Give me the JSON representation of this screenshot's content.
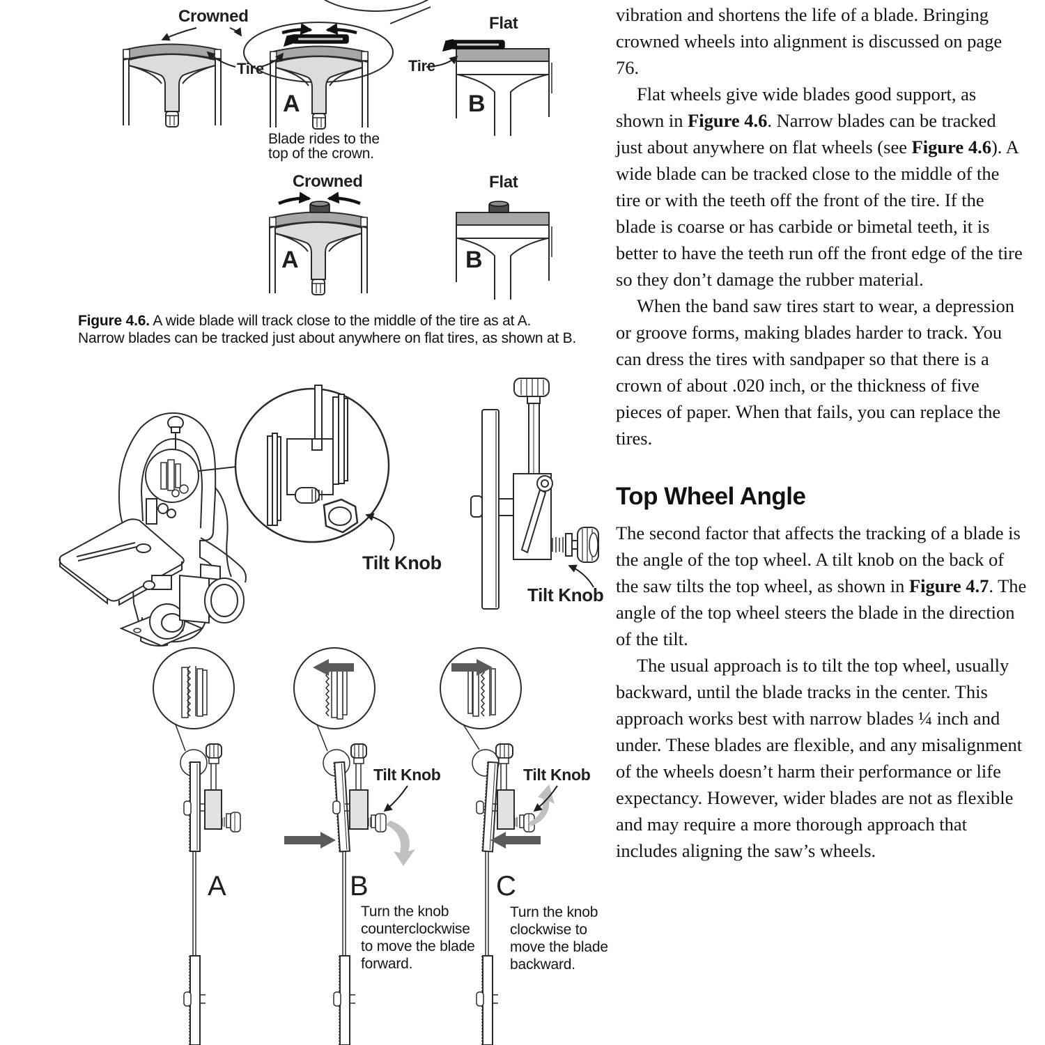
{
  "figure_top": {
    "crowned_label_1": "Crowned",
    "tire_label_left": "Tire",
    "flat_label_1": "Flat",
    "tire_label_right": "Tire",
    "letter_a_row1": "A",
    "letter_b_row1": "B",
    "blade_rides_line1": "Blade rides to the",
    "blade_rides_line2": "top of the crown.",
    "crowned_label_2": "Crowned",
    "flat_label_2": "Flat",
    "letter_a_row2": "A",
    "letter_b_row2": "B"
  },
  "figure_caption": {
    "lead": "Figure 4.6.",
    "text": " A wide blade will track close to the middle of the tire as at A. Narrow blades can be tracked just about anywhere on flat tires, as shown at B."
  },
  "figure_mid": {
    "tilt_knob_zoom": "Tilt Knob",
    "tilt_knob_side": "Tilt Knob"
  },
  "figure_bottom": {
    "letter_a": "A",
    "letter_b": "B",
    "letter_c": "C",
    "tilt_knob_b": "Tilt Knob",
    "tilt_knob_c": "Tilt Knob",
    "caption_b": [
      "Turn the knob",
      "counterclockwise",
      "to move the blade",
      "forward."
    ],
    "caption_c": [
      "Turn the knob",
      "clockwise to",
      "move the blade",
      "backward."
    ]
  },
  "article": {
    "p1": "vibration and shortens the life of a blade. Bringing crowned wheels into alignment is discussed on page 76.",
    "p2_run1": "Flat wheels give wide blades good support, as shown in ",
    "p2_run2": "Figure 4.6",
    "p2_run3": ". Narrow blades can be tracked just about anywhere on flat wheels (see ",
    "p2_run4": "Figure 4.6",
    "p2_run5": "). A wide blade can be tracked close to the middle of the tire or with the teeth off the front of the tire. If the blade is coarse or has carbide or bimetal teeth, it is better to have the teeth run off the front edge of the tire so they don’t damage the rubber material.",
    "p3": "When the band saw tires start to wear, a depression or groove forms, making blades harder to track. You can dress the tires with sandpaper so that there is a crown of about .020 inch, or the thickness of five pieces of paper. When that fails, you can replace the tires.",
    "heading": "Top Wheel Angle",
    "p4_run1": "The second factor that affects the tracking of a blade is the angle of the top wheel. A tilt knob on the back of the saw tilts the top wheel, as shown in ",
    "p4_run2": "Figure 4.7",
    "p4_run3": ". The angle of the top wheel steers the blade in the direction of the tilt.",
    "p5": "The usual approach is to tilt the top wheel, usually backward, until the blade tracks in the center. This approach works best with narrow blades ¼ inch and under. These blades are flexible, and any misalignment of the wheels doesn’t harm their performance or life expectancy. However, wider blades are not as flexible and may require a more thorough approach that includes aligning the saw’s wheels."
  },
  "colors": {
    "tire_gray": "#a7a7a7",
    "web_gray": "#dcdcdc",
    "bracket_gray": "#e2e2e2",
    "arrow_dark": "#5a5a5a",
    "arrow_light": "#c0c0c0",
    "line": "#2b2b2b"
  }
}
